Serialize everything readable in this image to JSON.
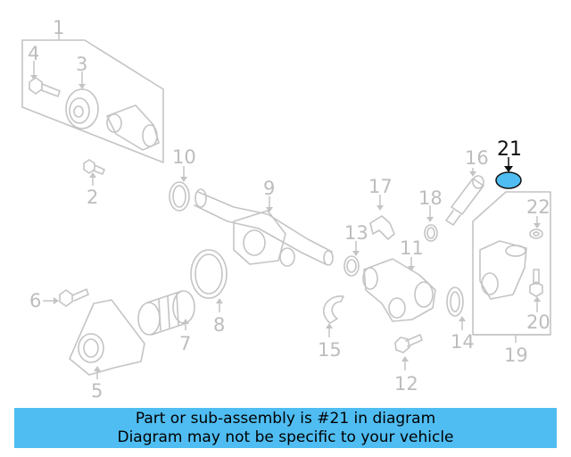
{
  "diagram": {
    "part_numbers": [
      "1",
      "2",
      "3",
      "4",
      "5",
      "6",
      "7",
      "8",
      "9",
      "10",
      "11",
      "12",
      "13",
      "14",
      "15",
      "16",
      "17",
      "18",
      "19",
      "20",
      "21",
      "22"
    ],
    "highlighted_part": "21",
    "highlight_color": "#4fbdf2",
    "line_color": "#c4c4c4"
  },
  "banner": {
    "line1": "Part or sub-assembly is #21 in diagram",
    "line2": "Diagram may not be specific to your vehicle",
    "background": "#4fbdf2"
  }
}
